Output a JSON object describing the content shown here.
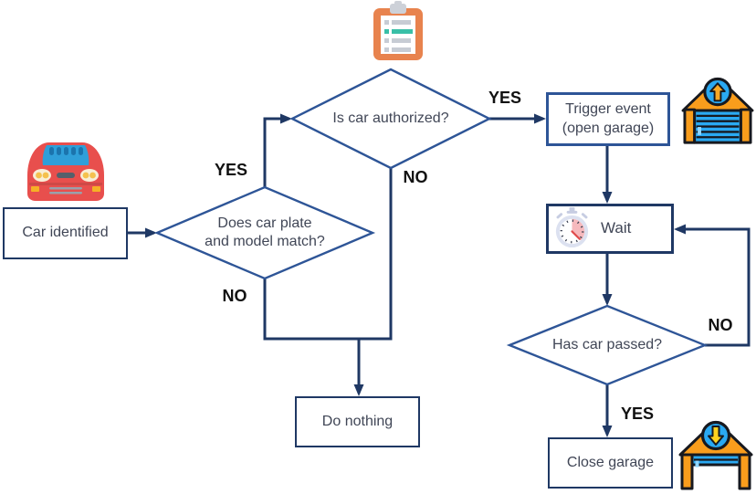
{
  "palette": {
    "bg": "#ffffff",
    "flow_line": "#1f3864",
    "diamond_border": "#2e5597",
    "box_border": "#1f3864",
    "box_border_alt": "#2e5597",
    "box_fill": "#ffffff",
    "node_text": "#404656",
    "label_text": "#111111",
    "icon_orange": "#f99d1c",
    "icon_blue": "#2aa9f2",
    "icon_teal": "#39bfa7",
    "icon_red": "#e84f4d"
  },
  "nodes": {
    "car_identified": {
      "label": "Car identified"
    },
    "plate_match": {
      "lines": [
        "Does car plate",
        "and model match?"
      ]
    },
    "authorized": {
      "label": "Is car authorized?"
    },
    "trigger_event": {
      "lines": [
        "Trigger event",
        "(open garage)"
      ]
    },
    "wait": {
      "label": "Wait"
    },
    "has_passed": {
      "label": "Has car passed?"
    },
    "do_nothing": {
      "label": "Do nothing"
    },
    "close_garage": {
      "label": "Close garage"
    }
  },
  "edges": {
    "plate_yes": "YES",
    "plate_no": "NO",
    "auth_yes": "YES",
    "auth_no": "NO",
    "passed_no": "NO",
    "passed_yes": "YES"
  },
  "icons": {
    "car": "car-icon",
    "checklist": "clipboard-checklist-icon",
    "stopwatch": "stopwatch-icon",
    "garage_open": "garage-open-icon",
    "garage_close": "garage-close-icon"
  }
}
